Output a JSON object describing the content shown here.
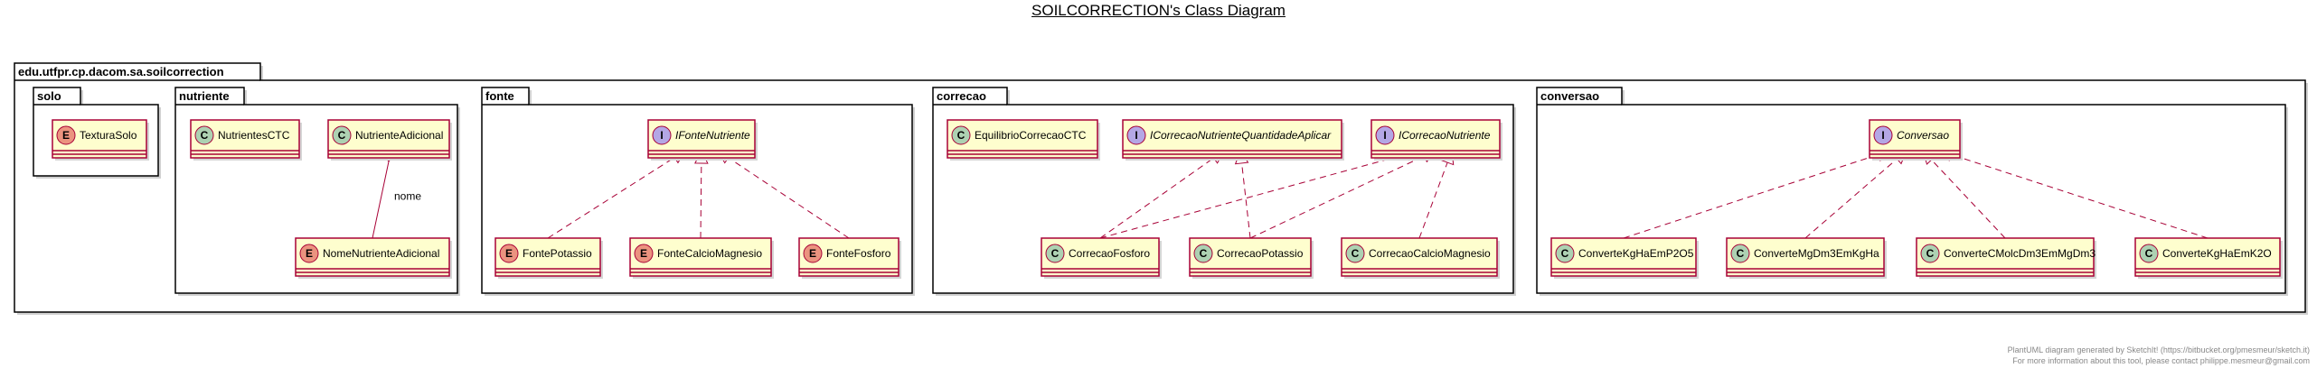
{
  "title": "SOILCORRECTION's Class Diagram",
  "footer": {
    "line1": "PlantUML diagram generated by SketchIt! (https://bitbucket.org/pmesmeur/sketch.it)",
    "line2": "For more information about this tool, please contact philippe.mesmeur@gmail.com"
  },
  "colors": {
    "class_fill": "#FEFECE",
    "class_border": "#A80036",
    "edge": "#A80036",
    "circle_class": "#ADD1B2",
    "circle_interface": "#B4A7E5",
    "circle_enum": "#EB937F"
  },
  "outer_package": "edu.utfpr.cp.dacom.sa.soilcorrection",
  "packages": [
    {
      "id": "solo",
      "name": "solo"
    },
    {
      "id": "nutriente",
      "name": "nutriente"
    },
    {
      "id": "fonte",
      "name": "fonte"
    },
    {
      "id": "correcao",
      "name": "correcao"
    },
    {
      "id": "conversao",
      "name": "conversao"
    }
  ],
  "classes": [
    {
      "id": "TexturaSolo",
      "name": "TexturaSolo",
      "kind": "E"
    },
    {
      "id": "NutrientesCTC",
      "name": "NutrientesCTC",
      "kind": "C"
    },
    {
      "id": "NutrienteAdicional",
      "name": "NutrienteAdicional",
      "kind": "C"
    },
    {
      "id": "NomeNutrienteAdicional",
      "name": "NomeNutrienteAdicional",
      "kind": "E"
    },
    {
      "id": "IFonteNutriente",
      "name": "IFonteNutriente",
      "kind": "I"
    },
    {
      "id": "FontePotassio",
      "name": "FontePotassio",
      "kind": "E"
    },
    {
      "id": "FonteCalcioMagnesio",
      "name": "FonteCalcioMagnesio",
      "kind": "E"
    },
    {
      "id": "FonteFosforo",
      "name": "FonteFosforo",
      "kind": "E"
    },
    {
      "id": "EquilibrioCorrecaoCTC",
      "name": "EquilibrioCorrecaoCTC",
      "kind": "C"
    },
    {
      "id": "ICorrecaoNutrienteQuantidadeAplicar",
      "name": "ICorrecaoNutrienteQuantidadeAplicar",
      "kind": "I"
    },
    {
      "id": "ICorrecaoNutriente",
      "name": "ICorrecaoNutriente",
      "kind": "I"
    },
    {
      "id": "CorrecaoFosforo",
      "name": "CorrecaoFosforo",
      "kind": "C"
    },
    {
      "id": "CorrecaoPotassio",
      "name": "CorrecaoPotassio",
      "kind": "C"
    },
    {
      "id": "CorrecaoCalcioMagnesio",
      "name": "CorrecaoCalcioMagnesio",
      "kind": "C"
    },
    {
      "id": "Conversao",
      "name": "Conversao",
      "kind": "I"
    },
    {
      "id": "ConverteKgHaEmP2O5",
      "name": "ConverteKgHaEmP2O5",
      "kind": "C"
    },
    {
      "id": "ConverteMgDm3EmKgHa",
      "name": "ConverteMgDm3EmKgHa",
      "kind": "C"
    },
    {
      "id": "ConverteCMolcDm3EmMgDm3",
      "name": "ConverteCMolcDm3EmMgDm3",
      "kind": "C"
    },
    {
      "id": "ConverteKgHaEmK2O",
      "name": "ConverteKgHaEmK2O",
      "kind": "C"
    }
  ],
  "relations": [
    {
      "type": "aggregation",
      "from": "NutrienteAdicional",
      "to": "NomeNutrienteAdicional",
      "label": "nome"
    },
    {
      "type": "realization",
      "from": "FontePotassio",
      "to": "IFonteNutriente"
    },
    {
      "type": "realization",
      "from": "FonteCalcioMagnesio",
      "to": "IFonteNutriente"
    },
    {
      "type": "realization",
      "from": "FonteFosforo",
      "to": "IFonteNutriente"
    },
    {
      "type": "realization",
      "from": "CorrecaoFosforo",
      "to": "ICorrecaoNutrienteQuantidadeAplicar"
    },
    {
      "type": "realization",
      "from": "CorrecaoPotassio",
      "to": "ICorrecaoNutrienteQuantidadeAplicar"
    },
    {
      "type": "realization",
      "from": "CorrecaoFosforo",
      "to": "ICorrecaoNutriente"
    },
    {
      "type": "realization",
      "from": "CorrecaoPotassio",
      "to": "ICorrecaoNutriente"
    },
    {
      "type": "realization",
      "from": "CorrecaoCalcioMagnesio",
      "to": "ICorrecaoNutriente"
    },
    {
      "type": "realization",
      "from": "ConverteKgHaEmP2O5",
      "to": "Conversao"
    },
    {
      "type": "realization",
      "from": "ConverteMgDm3EmKgHa",
      "to": "Conversao"
    },
    {
      "type": "realization",
      "from": "ConverteCMolcDm3EmMgDm3",
      "to": "Conversao"
    },
    {
      "type": "realization",
      "from": "ConverteKgHaEmK2O",
      "to": "Conversao"
    }
  ]
}
